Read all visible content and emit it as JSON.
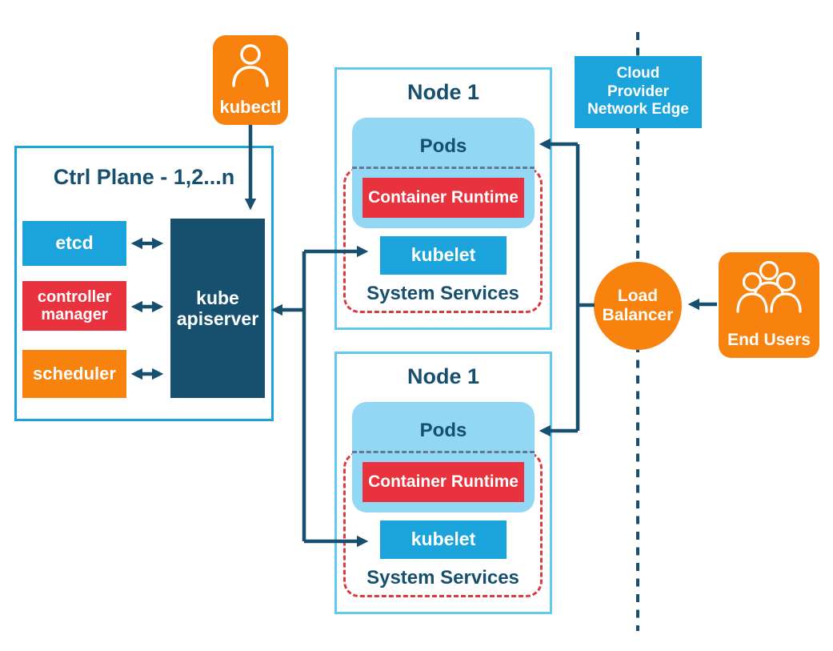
{
  "kubectl": {
    "label": "kubectl"
  },
  "control_plane": {
    "title": "Ctrl Plane - 1,2...n",
    "etcd_label": "etcd",
    "controller_manager_label": "controller manager",
    "scheduler_label": "scheduler",
    "apiserver_label": "kube apiserver"
  },
  "nodes": [
    {
      "title": "Node 1",
      "pods_label": "Pods",
      "container_runtime_label": "Container Runtime",
      "kubelet_label": "kubelet",
      "system_services_label": "System Services"
    },
    {
      "title": "Node 1",
      "pods_label": "Pods",
      "container_runtime_label": "Container Runtime",
      "kubelet_label": "kubelet",
      "system_services_label": "System Services"
    }
  ],
  "cloud_provider_edge": {
    "label": "Cloud\nProvider\nNetwork Edge"
  },
  "load_balancer": {
    "label": "Load\nBalancer"
  },
  "end_users": {
    "label": "End Users"
  },
  "colors": {
    "navy": "#17506f",
    "bright_blue": "#1ba3dc",
    "light_blue": "#92d7f3",
    "node_border": "#62c9f0",
    "orange": "#f8820e",
    "red": "#e8333e",
    "red_dashed": "#dc3a43",
    "gray_dashed": "#5f7a94"
  }
}
